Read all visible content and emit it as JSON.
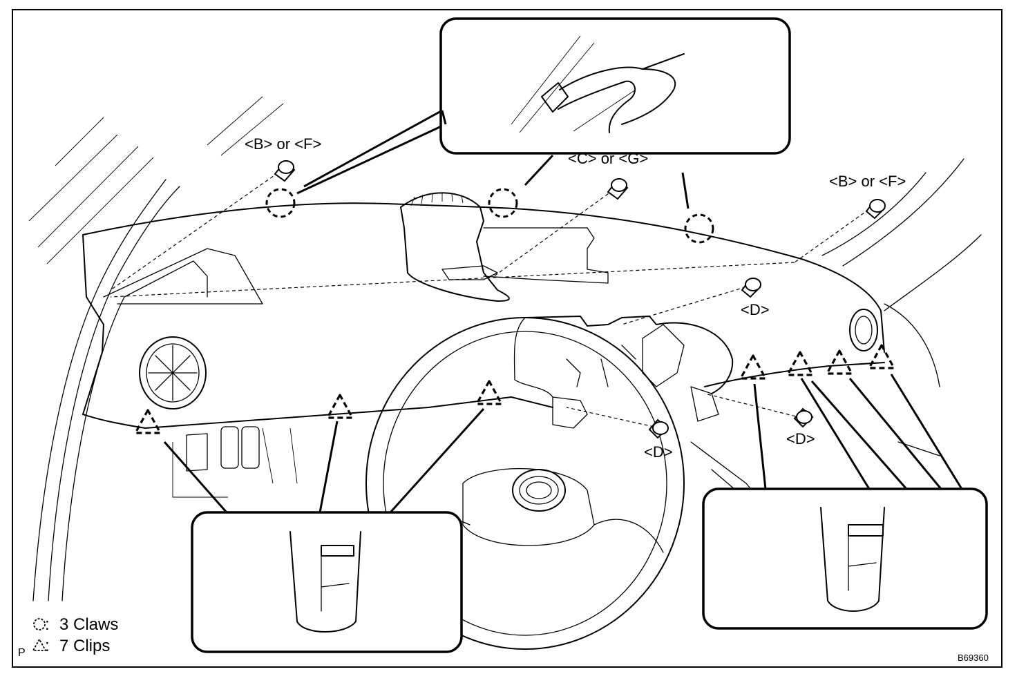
{
  "labels": {
    "b_or_f_left": "<B> or <F>",
    "c_or_g": "<C> or <G>",
    "b_or_f_right": "<B> or <F>",
    "d_upper": "<D>",
    "d_center": "<D>",
    "d_right": "<D>"
  },
  "legend": {
    "claws": "3 Claws",
    "clips": "7 Clips",
    "prefix": "P"
  },
  "figure_code": "B69360"
}
